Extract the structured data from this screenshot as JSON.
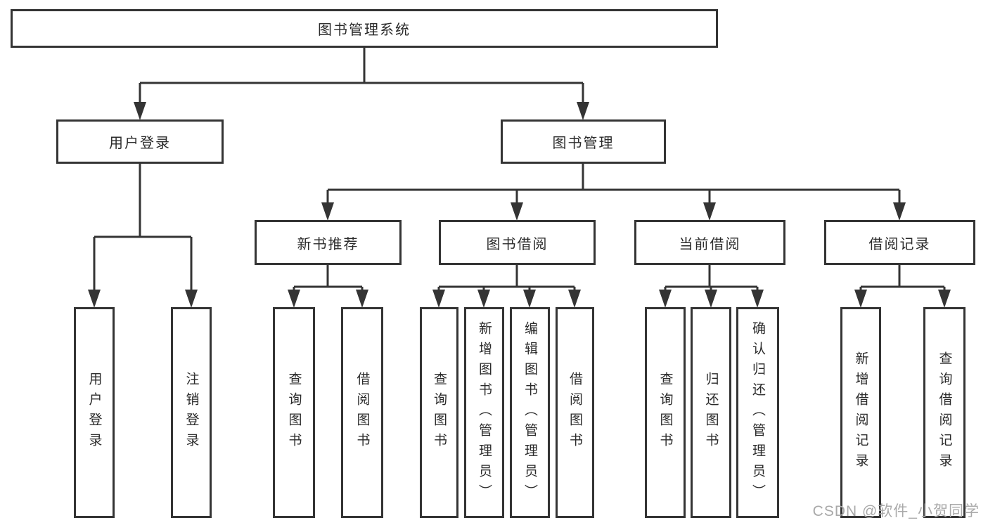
{
  "diagram": {
    "root": "图书管理系统",
    "branches": [
      {
        "label": "用户登录",
        "children": [
          "用户登录",
          "注销登录"
        ]
      },
      {
        "label": "图书管理",
        "groups": [
          {
            "label": "新书推荐",
            "children": [
              "查询图书",
              "借阅图书"
            ]
          },
          {
            "label": "图书借阅",
            "children": [
              "查询图书",
              "新增图书（管理员）",
              "编辑图书（管理员）",
              "借阅图书"
            ]
          },
          {
            "label": "当前借阅",
            "children": [
              "查询图书",
              "归还图书",
              "确认归还（管理员）"
            ]
          },
          {
            "label": "借阅记录",
            "children": [
              "新增借阅记录",
              "查询借阅记录"
            ]
          }
        ]
      }
    ]
  },
  "watermark": "CSDN @软件_小贺同学",
  "colors": {
    "line": "#343434",
    "text": "#2b2b2b",
    "watermark": "#a9a9a9",
    "background": "#ffffff"
  }
}
